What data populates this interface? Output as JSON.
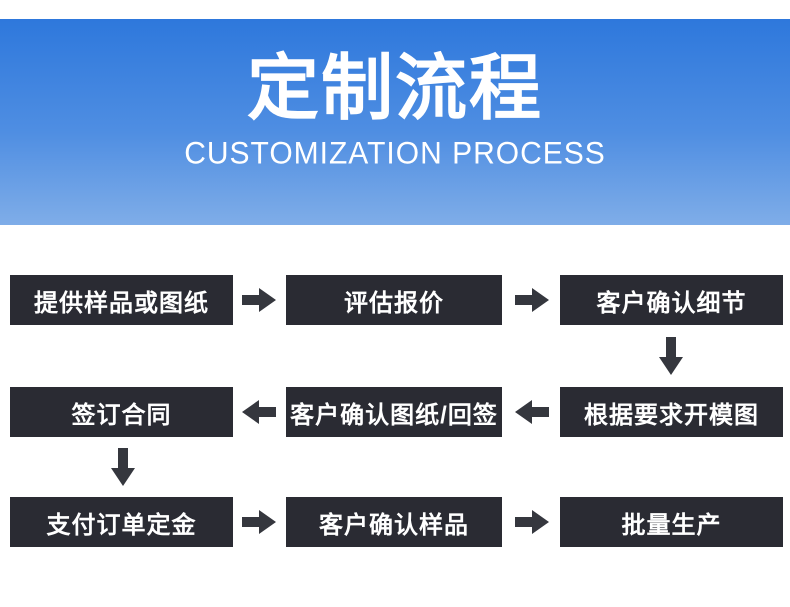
{
  "header": {
    "title": "定制流程",
    "subtitle": "CUSTOMIZATION PROCESS"
  },
  "flow": {
    "rows": [
      {
        "direction": "right",
        "boxes": [
          "提供样品或图纸",
          "评估报价",
          "客户确认细节"
        ]
      },
      {
        "direction": "left",
        "boxes": [
          "签订合同",
          "客户确认图纸/回签",
          "根据要求开模图"
        ]
      },
      {
        "direction": "right",
        "boxes": [
          "支付订单定金",
          "客户确认样品",
          "批量生产"
        ]
      }
    ]
  },
  "icons": {
    "arrow_right": "➡",
    "arrow_left": "⬅",
    "arrow_down": "⬇"
  },
  "theme": {
    "header_gradient_top": "#2e78dc",
    "header_gradient_bottom": "#7fade8",
    "box_bg": "#2a2b33",
    "arrow_color": "#35373e",
    "text_color": "#ffffff",
    "page_bg": "#ffffff"
  }
}
